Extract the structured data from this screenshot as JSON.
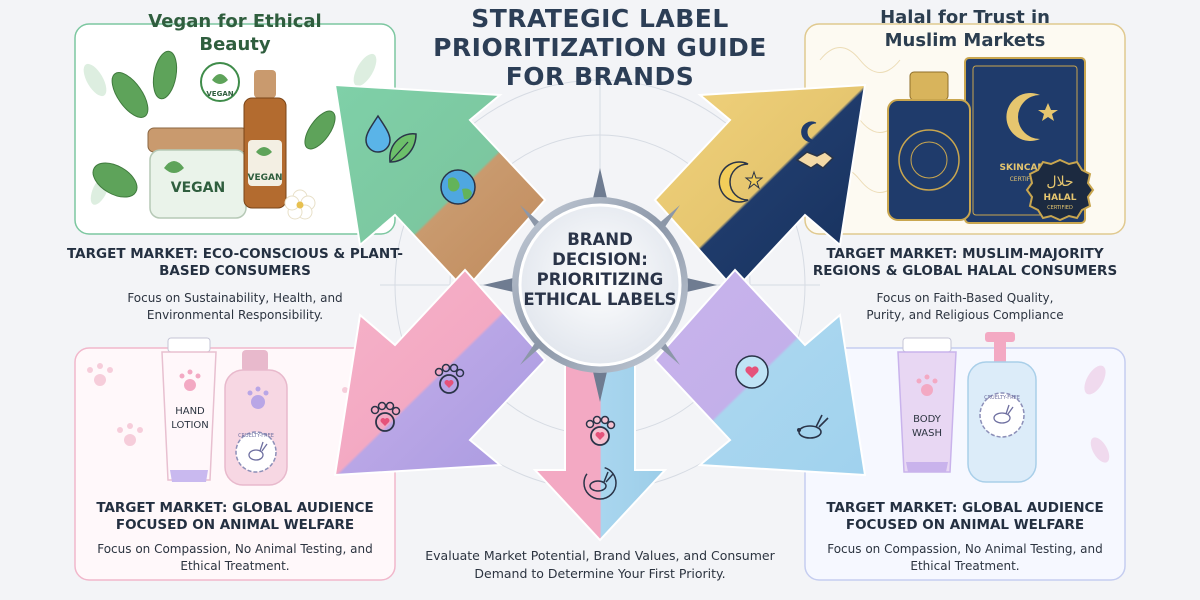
{
  "title": "Strategic Label Prioritization Guide for Brands",
  "hub": {
    "label": "Brand Decision: Prioritizing Ethical Labels"
  },
  "quadrants": {
    "vegan": {
      "title": "Vegan for Ethical Beauty",
      "target": "Target Market: Eco-Conscious & Plant-Based Consumers",
      "focus": "Focus on Sustainability, Health, and Environmental Responsibility.",
      "jar_label": "VEGAN",
      "bottle_label": "VEGAN",
      "badge_label": "VEGAN"
    },
    "halal": {
      "title": "Halal for Trust in Muslim Markets",
      "target": "Target Market: Muslim-Majority Regions & Global Halal Consumers",
      "focus": "Focus on Faith-Based Quality, Purity, and Religious Compliance",
      "box_label": "SKINCARE",
      "box_sublabel": "CERTIFIED",
      "seal_script": "حلال",
      "seal_label": "HALAL",
      "seal_sublabel": "CERTIFIED"
    },
    "cruelty_left": {
      "title": "Target Market: Global Audience Focused on Animal Welfare",
      "focus": "Focus on Compassion, No Animal Testing, and Ethical Treatment.",
      "tube_label_1": "HAND",
      "tube_label_2": "LOTION",
      "seal_label": "CRUELTY-FREE"
    },
    "cruelty_right": {
      "title": "Target Market: Global Audience Focused on Animal Welfare",
      "focus": "Focus on Compassion, No Animal Testing, and Ethical Treatment.",
      "tube_label_1": "BODY",
      "tube_label_2": "WASH",
      "seal_label": "CRUELTY-FREE"
    }
  },
  "bottom_note": "Evaluate Market Potential, Brand Values, and Consumer Demand to Determine Your First Priority.",
  "colors": {
    "vegan_green": "#7cc7a0",
    "earth_brown": "#c99a6e",
    "halal_gold": "#e6c66f",
    "halal_navy": "#1f3b6b",
    "pink": "#f3a9c3",
    "lavender": "#b9a6e6",
    "sky": "#a9d6ef"
  }
}
